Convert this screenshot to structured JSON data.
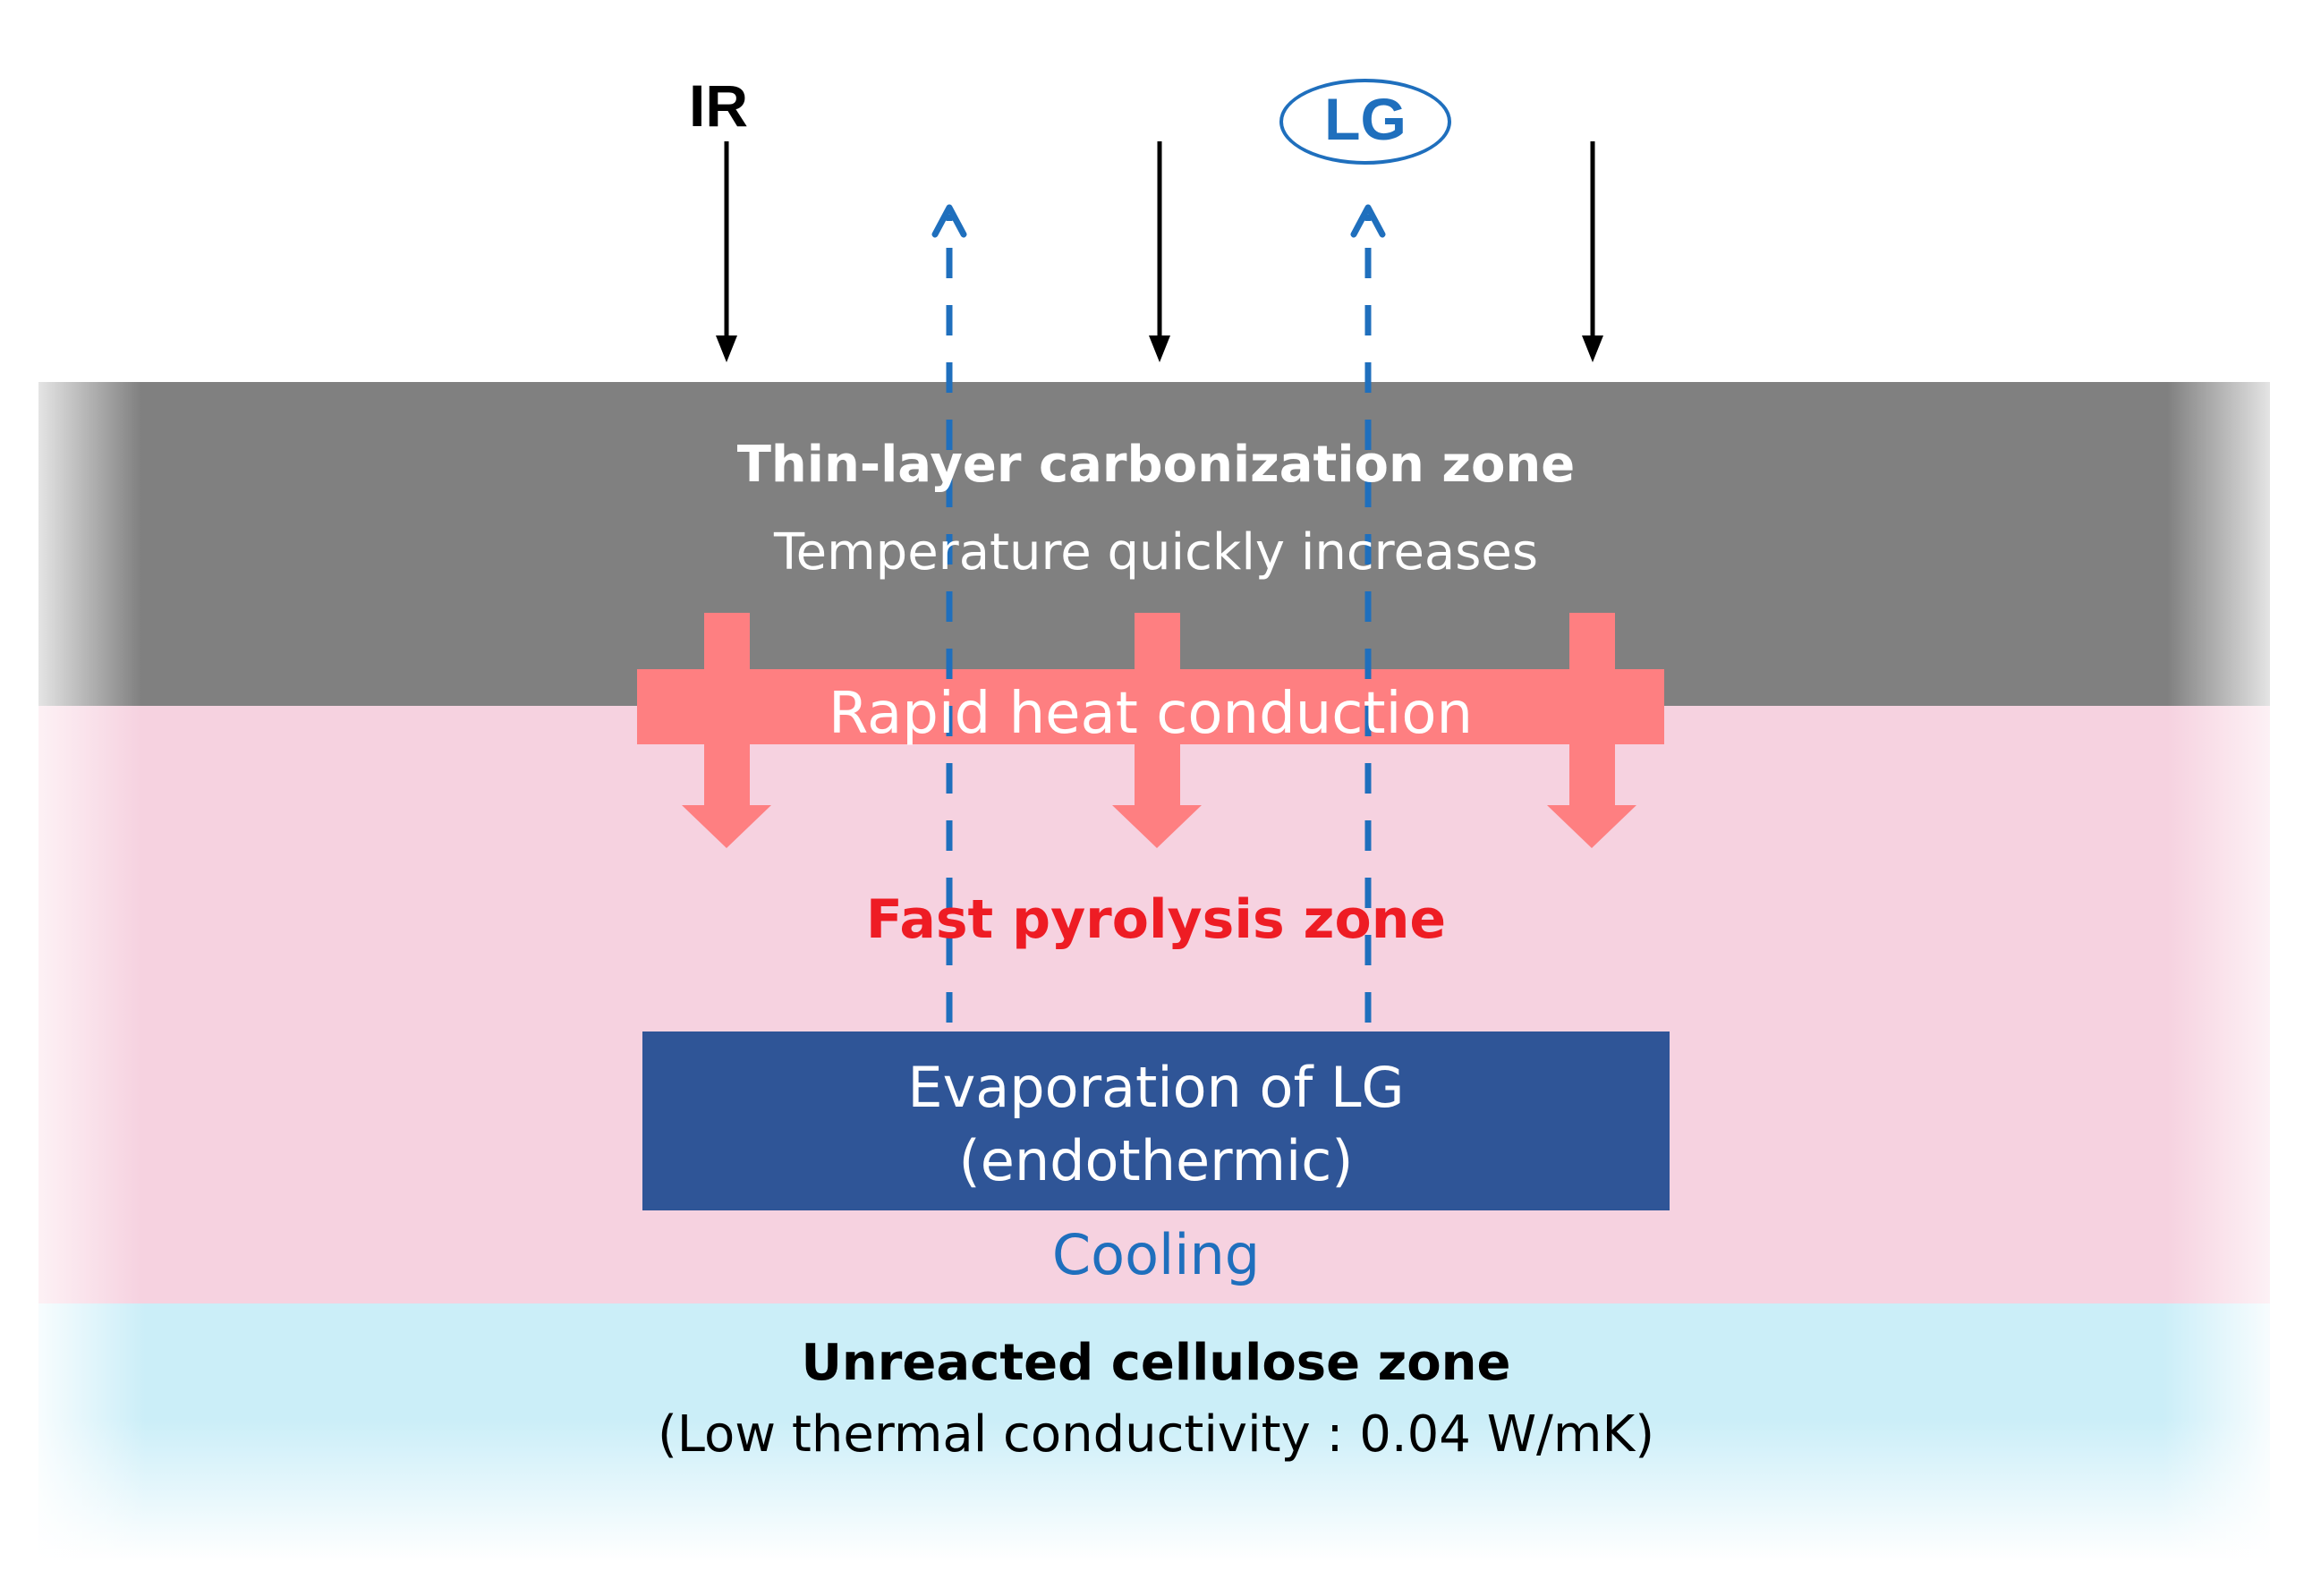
{
  "labels": {
    "ir": "IR",
    "lg": "LG"
  },
  "zones": {
    "carbonization": {
      "title": "Thin-layer carbonization  zone",
      "subtitle": "Temperature quickly increases"
    },
    "heat": {
      "label": "Rapid heat conduction"
    },
    "pyrolysis": {
      "title": "Fast pyrolysis zone"
    },
    "evaporation": {
      "line1": "Evaporation of LG",
      "line2": "(endothermic)",
      "note": "Cooling"
    },
    "cellulose": {
      "title": "Unreacted cellulose zone",
      "subtitle": "(Low thermal conductivity : 0.04 W/mK)"
    }
  },
  "colors": {
    "carbonization_zone": "#808080",
    "pyrolysis_zone": "#f6d2e0",
    "cellulose_zone": "#cbeef8",
    "heat_arrow": "#fe7f81",
    "evaporation_box": "#2f5597",
    "lg_blue": "#1f6fbd",
    "pyrolysis_text": "#ee1c24"
  }
}
